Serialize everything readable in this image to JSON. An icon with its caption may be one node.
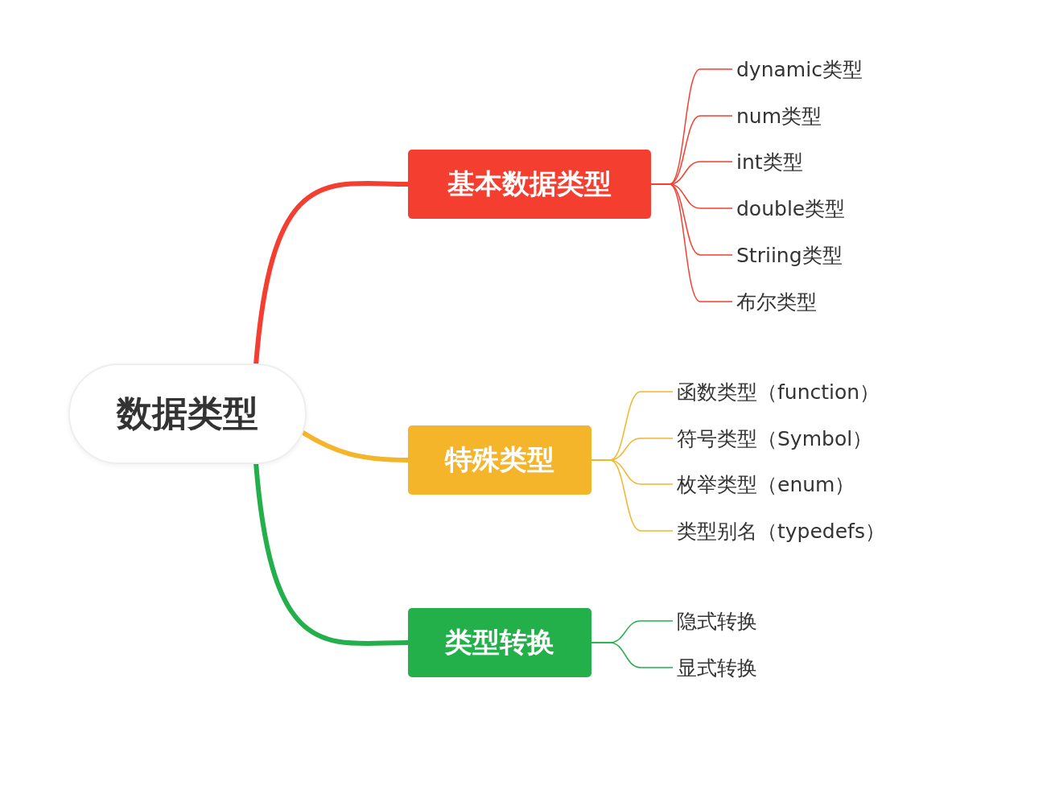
{
  "diagram": {
    "nodes": [
      {
        "text": [
          "数据类型"
        ]
      },
      {
        "text": [
          "基本数据类型"
        ]
      },
      {
        "text": [
          "dynamic类型"
        ]
      },
      {
        "text": [
          "num类型"
        ]
      },
      {
        "text": [
          "int类型"
        ]
      },
      {
        "text": [
          "double类型"
        ]
      },
      {
        "text": [
          "Striing类型"
        ]
      },
      {
        "text": [
          "布尔类型"
        ]
      },
      {
        "text": [
          "特殊类型"
        ]
      },
      {
        "text": [
          "函数类型（function）"
        ]
      },
      {
        "text": [
          "符号类型（Symbol）"
        ]
      },
      {
        "text": [
          "枚举类型（enum）"
        ]
      },
      {
        "text": [
          "类型别名（typedefs）"
        ]
      },
      {
        "text": [
          "类型转换"
        ]
      },
      {
        "text": [
          "隐式转换"
        ]
      },
      {
        "text": [
          "显式转换"
        ]
      }
    ],
    "edges": [
      {
        "from": 0,
        "to": 1,
        "arrow": "none",
        "style": "thick",
        "color": "#f43f30"
      },
      {
        "from": 1,
        "to": 2,
        "arrow": "none",
        "color": "#f43f30"
      },
      {
        "from": 1,
        "to": 3,
        "arrow": "none",
        "color": "#f43f30"
      },
      {
        "from": 1,
        "to": 4,
        "arrow": "none",
        "color": "#f43f30"
      },
      {
        "from": 1,
        "to": 5,
        "arrow": "none",
        "color": "#f43f30"
      },
      {
        "from": 1,
        "to": 6,
        "arrow": "none",
        "color": "#f43f30"
      },
      {
        "from": 1,
        "to": 7,
        "arrow": "none",
        "color": "#f43f30"
      },
      {
        "from": 0,
        "to": 8,
        "arrow": "none",
        "style": "thick",
        "color": "#f5b52a"
      },
      {
        "from": 8,
        "to": 9,
        "arrow": "none",
        "color": "#f5b52a"
      },
      {
        "from": 8,
        "to": 10,
        "arrow": "none",
        "color": "#f5b52a"
      },
      {
        "from": 8,
        "to": 11,
        "arrow": "none",
        "color": "#f5b52a"
      },
      {
        "from": 8,
        "to": 12,
        "arrow": "none",
        "color": "#f5b52a"
      },
      {
        "from": 0,
        "to": 13,
        "arrow": "none",
        "style": "thick",
        "color": "#23b04b"
      },
      {
        "from": 13,
        "to": 14,
        "arrow": "none",
        "color": "#23b04b"
      },
      {
        "from": 13,
        "to": 15,
        "arrow": "none",
        "color": "#23b04b"
      }
    ]
  }
}
